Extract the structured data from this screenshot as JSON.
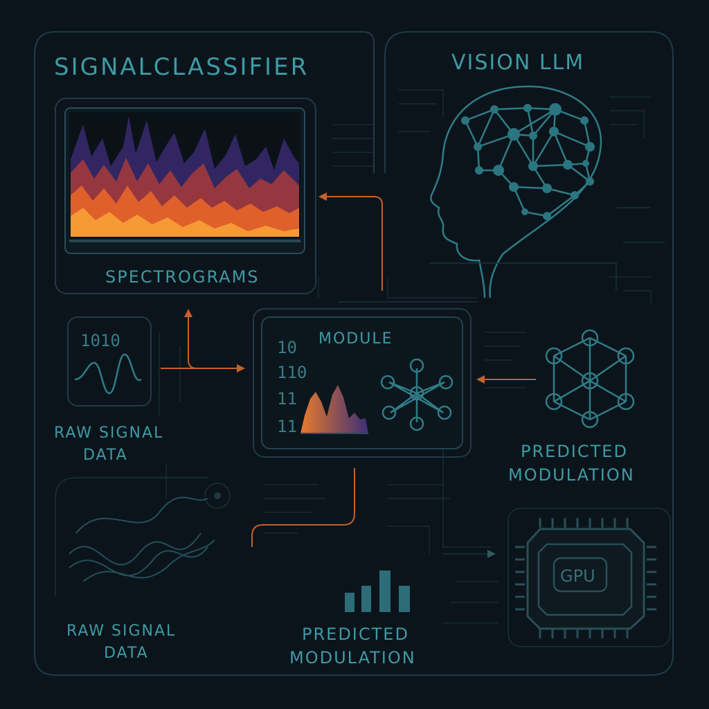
{
  "title": "SIGNALCLASSIFIER",
  "panels": {
    "vision": {
      "title": "VISION LLM",
      "icon": "brain-network-icon"
    },
    "spectrograms": {
      "label": "SPECTROGRAMS"
    },
    "module": {
      "title": "MODULE",
      "bits": [
        "10",
        "110",
        "11",
        "11"
      ]
    },
    "raw_signal_top": {
      "bits": "1010",
      "label_line1": "RAW SIGNAL",
      "label_line2": "DATA"
    },
    "predicted_right": {
      "label_line1": "PREDICTED",
      "label_line2": "MODULATION",
      "icon": "network-graph-icon"
    },
    "raw_signal_bottom": {
      "label_line1": "RAW SIGNAL",
      "label_line2": "DATA"
    },
    "predicted_bottom": {
      "label_line1": "PREDICTED",
      "label_line2": "MODULATION",
      "icon": "bar-chart-icon"
    },
    "gpu": {
      "label": "GPU",
      "icon": "gpu-chip-icon"
    }
  },
  "colors": {
    "background": "#0b141b",
    "text": "#3f9aa3",
    "accent_orange": "#c4612e",
    "spectrum_hot": "#f07a2a",
    "spectrum_cool": "#3a2a6e"
  }
}
